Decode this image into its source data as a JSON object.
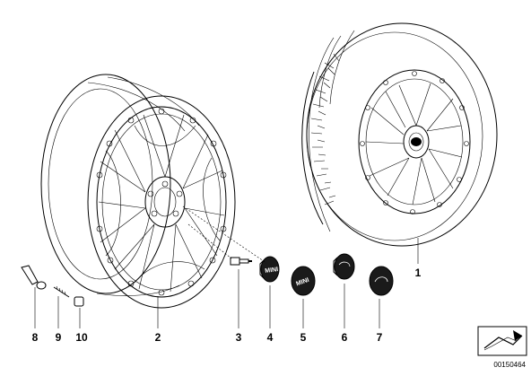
{
  "callouts": {
    "c1": "1",
    "c2": "2",
    "c3": "3",
    "c4": "4",
    "c5": "5",
    "c6": "6",
    "c7": "7",
    "c8": "8",
    "c9": "9",
    "c10": "10"
  },
  "cap_logo_text": "MINI",
  "document_id": "00150464"
}
